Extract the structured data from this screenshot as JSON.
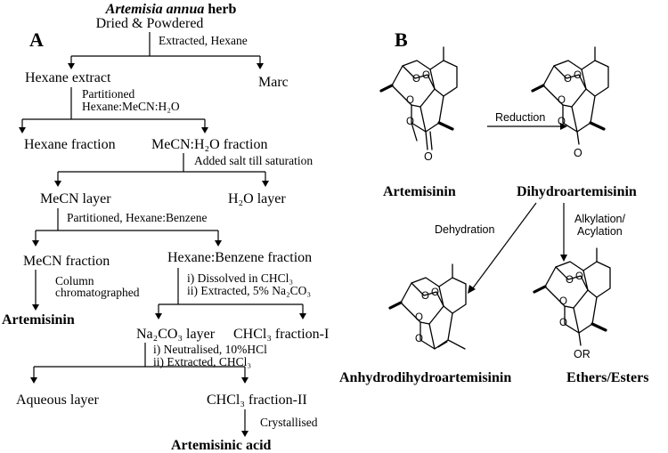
{
  "panels": {
    "a": "A",
    "b": "B"
  },
  "flowchart": {
    "herb_italic": "Artemisia annua",
    "herb_rest": " herb",
    "dried": "Dried & Powdered",
    "extracted_hexane": "Extracted, Hexane",
    "hexane_extract": "Hexane extract",
    "marc": "Marc",
    "partitioned": "Partitioned",
    "partition_solvent": "Hexane:MeCN:H₂O",
    "hexane_fraction": "Hexane fraction",
    "mecn_h2o_fraction": "MeCN:H₂O fraction",
    "added_salt": "Added salt till saturation",
    "mecn_layer": "MeCN layer",
    "h2o_layer": "H₂O layer",
    "partitioned_hexane_benzene": "Partitioned, Hexane:Benzene",
    "mecn_fraction": "MeCN fraction",
    "hexane_benzene_fraction": "Hexane:Benzene fraction",
    "column": "Column",
    "chromatographed": "chromatographed",
    "dissolved": "i)  Dissolved in CHCl₃",
    "extracted_na2co3": "ii) Extracted, 5% Na₂CO₃",
    "artemisinin": "Artemisinin",
    "na2co3_layer": "Na₂CO₃ layer",
    "chcl3_fraction_1": "CHCl₃ fraction-I",
    "neutralised": "i)  Neutralised, 10%HCl",
    "extracted_chcl3": "ii) Extracted, CHCl₃",
    "aqueous_layer": "Aqueous layer",
    "chcl3_fraction_2": "CHCl₃ fraction-II",
    "crystallised": "Crystallised",
    "artemisinic_acid": "Artemisinic acid"
  },
  "scheme": {
    "artemisinin": "Artemisinin",
    "dihydroartemisinin": "Dihydroartemisinin",
    "reduction": "Reduction",
    "dehydration": "Dehydration",
    "alkylation": "Alkylation/",
    "acylation": "Acylation",
    "anhydrodihydroartemisinin": "Anhydrodihydroartemisinin",
    "ethers_esters": "Ethers/Esters",
    "atom_o": "O",
    "atom_oh": "O",
    "atom_or": "OR"
  }
}
